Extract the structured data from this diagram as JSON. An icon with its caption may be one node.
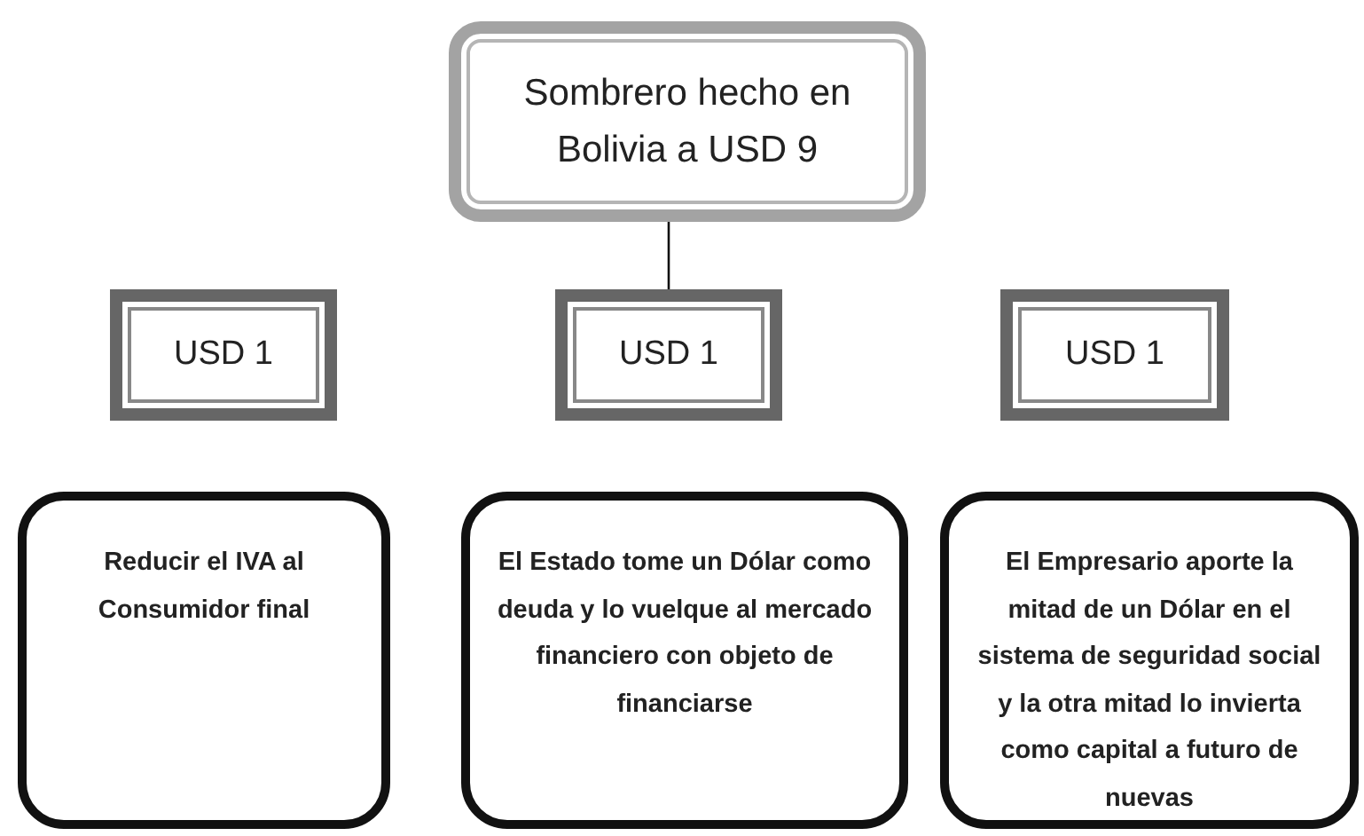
{
  "diagram": {
    "nodes": [
      {
        "text": [
          "Sombrero hecho en Bolivia a USD 9"
        ]
      },
      {
        "text": [
          "USD 1"
        ]
      },
      {
        "text": [
          "USD 1"
        ]
      },
      {
        "text": [
          "USD 1"
        ]
      },
      {
        "text": [
          "Reducir el IVA al Consumidor final"
        ]
      },
      {
        "text": [
          "El Estado tome un Dólar como deuda y lo vuelque al mercado financiero con objeto de financiarse"
        ]
      },
      {
        "text": [
          "El Empresario  aporte la mitad de un Dólar en el sistema de seguridad social y la otra mitad lo invierta como capital a futuro de nuevas"
        ]
      }
    ],
    "edges": [
      {
        "from": 0,
        "to": 2,
        "arrow": "none"
      }
    ]
  }
}
